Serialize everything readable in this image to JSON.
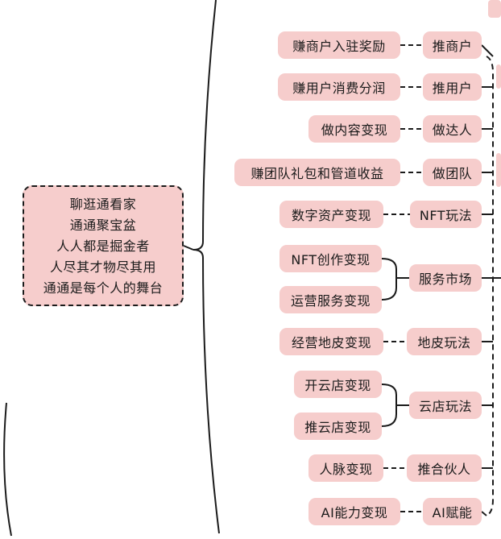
{
  "center": {
    "lines": [
      "聊逛通看家",
      "通通聚宝盆",
      "人人都是掘金者",
      "人尽其才物尽其用",
      "通通是每个人的舞台"
    ]
  },
  "branches": [
    {
      "name": "推商户",
      "children": [
        "赚商户入驻奖励"
      ]
    },
    {
      "name": "推用户",
      "children": [
        "赚用户消费分润"
      ]
    },
    {
      "name": "做达人",
      "children": [
        "做内容变现"
      ]
    },
    {
      "name": "做团队",
      "children": [
        "赚团队礼包和管道收益"
      ]
    },
    {
      "name": "NFT玩法",
      "children": [
        "数字资产变现"
      ]
    },
    {
      "name": "服务市场",
      "children": [
        "NFT创作变现",
        "运营服务变现"
      ]
    },
    {
      "name": "地皮玩法",
      "children": [
        "经营地皮变现"
      ]
    },
    {
      "name": "云店玩法",
      "children": [
        "开云店变现",
        "推云店变现"
      ]
    },
    {
      "name": "推合伙人",
      "children": [
        "人脉变现"
      ]
    },
    {
      "name": "AI赋能",
      "children": [
        "AI能力变现"
      ]
    }
  ],
  "colors": {
    "node_fill": "#f6cdcc",
    "line": "#1b1b1b"
  }
}
